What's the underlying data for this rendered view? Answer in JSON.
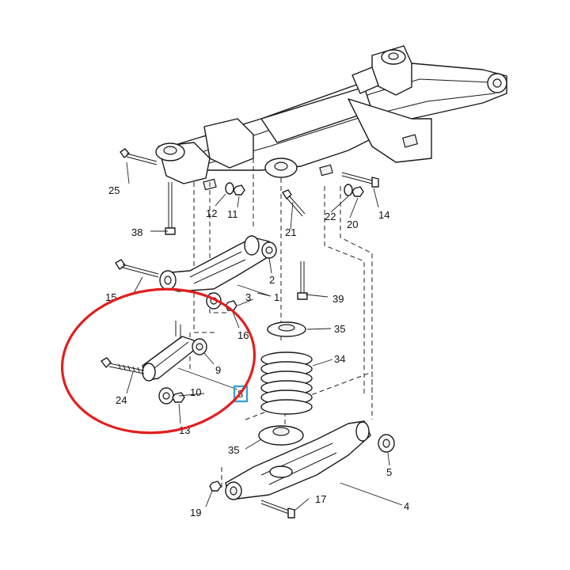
{
  "callouts": {
    "c1": "1",
    "c2": "2",
    "c3": "3",
    "c4": "4",
    "c5": "5",
    "c8": "8",
    "c9": "9",
    "c10": "10",
    "c11": "11",
    "c12": "12",
    "c13": "13",
    "c14": "14",
    "c15": "15",
    "c16": "16",
    "c17": "17",
    "c19": "19",
    "c20": "20",
    "c21": "21",
    "c22": "22",
    "c24": "24",
    "c25": "25",
    "c34": "34",
    "c35a": "35",
    "c35b": "35",
    "c38": "38",
    "c39": "39"
  },
  "highlight": {
    "callout": "8",
    "box_color": "#3aa0d8",
    "circle_color": "#e02020"
  }
}
